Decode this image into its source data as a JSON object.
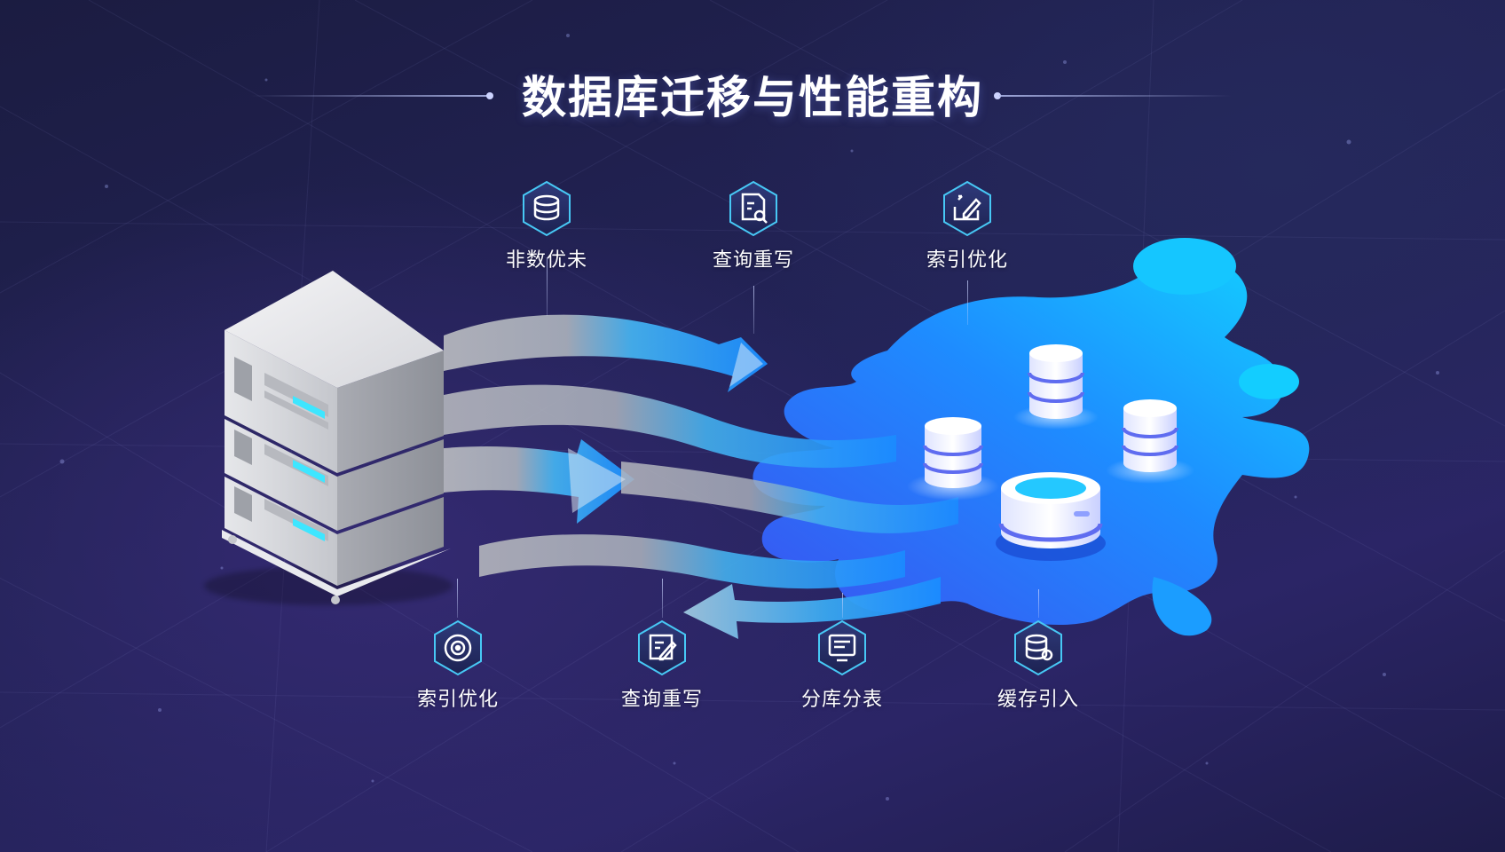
{
  "title": "数据库迁移与性能重构",
  "colors": {
    "background": "#1f2050",
    "accent_blue": "#1e8cff",
    "accent_cyan": "#12d3ff",
    "hex_stroke": "#47c8f5",
    "server_gray": "#cfd1d6"
  },
  "top_nodes": [
    {
      "label": "非数优未",
      "icon": "database-icon"
    },
    {
      "label": "查询重写",
      "icon": "search-document-icon"
    },
    {
      "label": "索引优化",
      "icon": "edit-icon"
    }
  ],
  "bottom_nodes": [
    {
      "label": "索引优化",
      "icon": "target-icon"
    },
    {
      "label": "查询重写",
      "icon": "pen-document-icon"
    },
    {
      "label": "分库分表",
      "icon": "monitor-icon"
    },
    {
      "label": "缓存引入",
      "icon": "cache-database-icon"
    }
  ]
}
